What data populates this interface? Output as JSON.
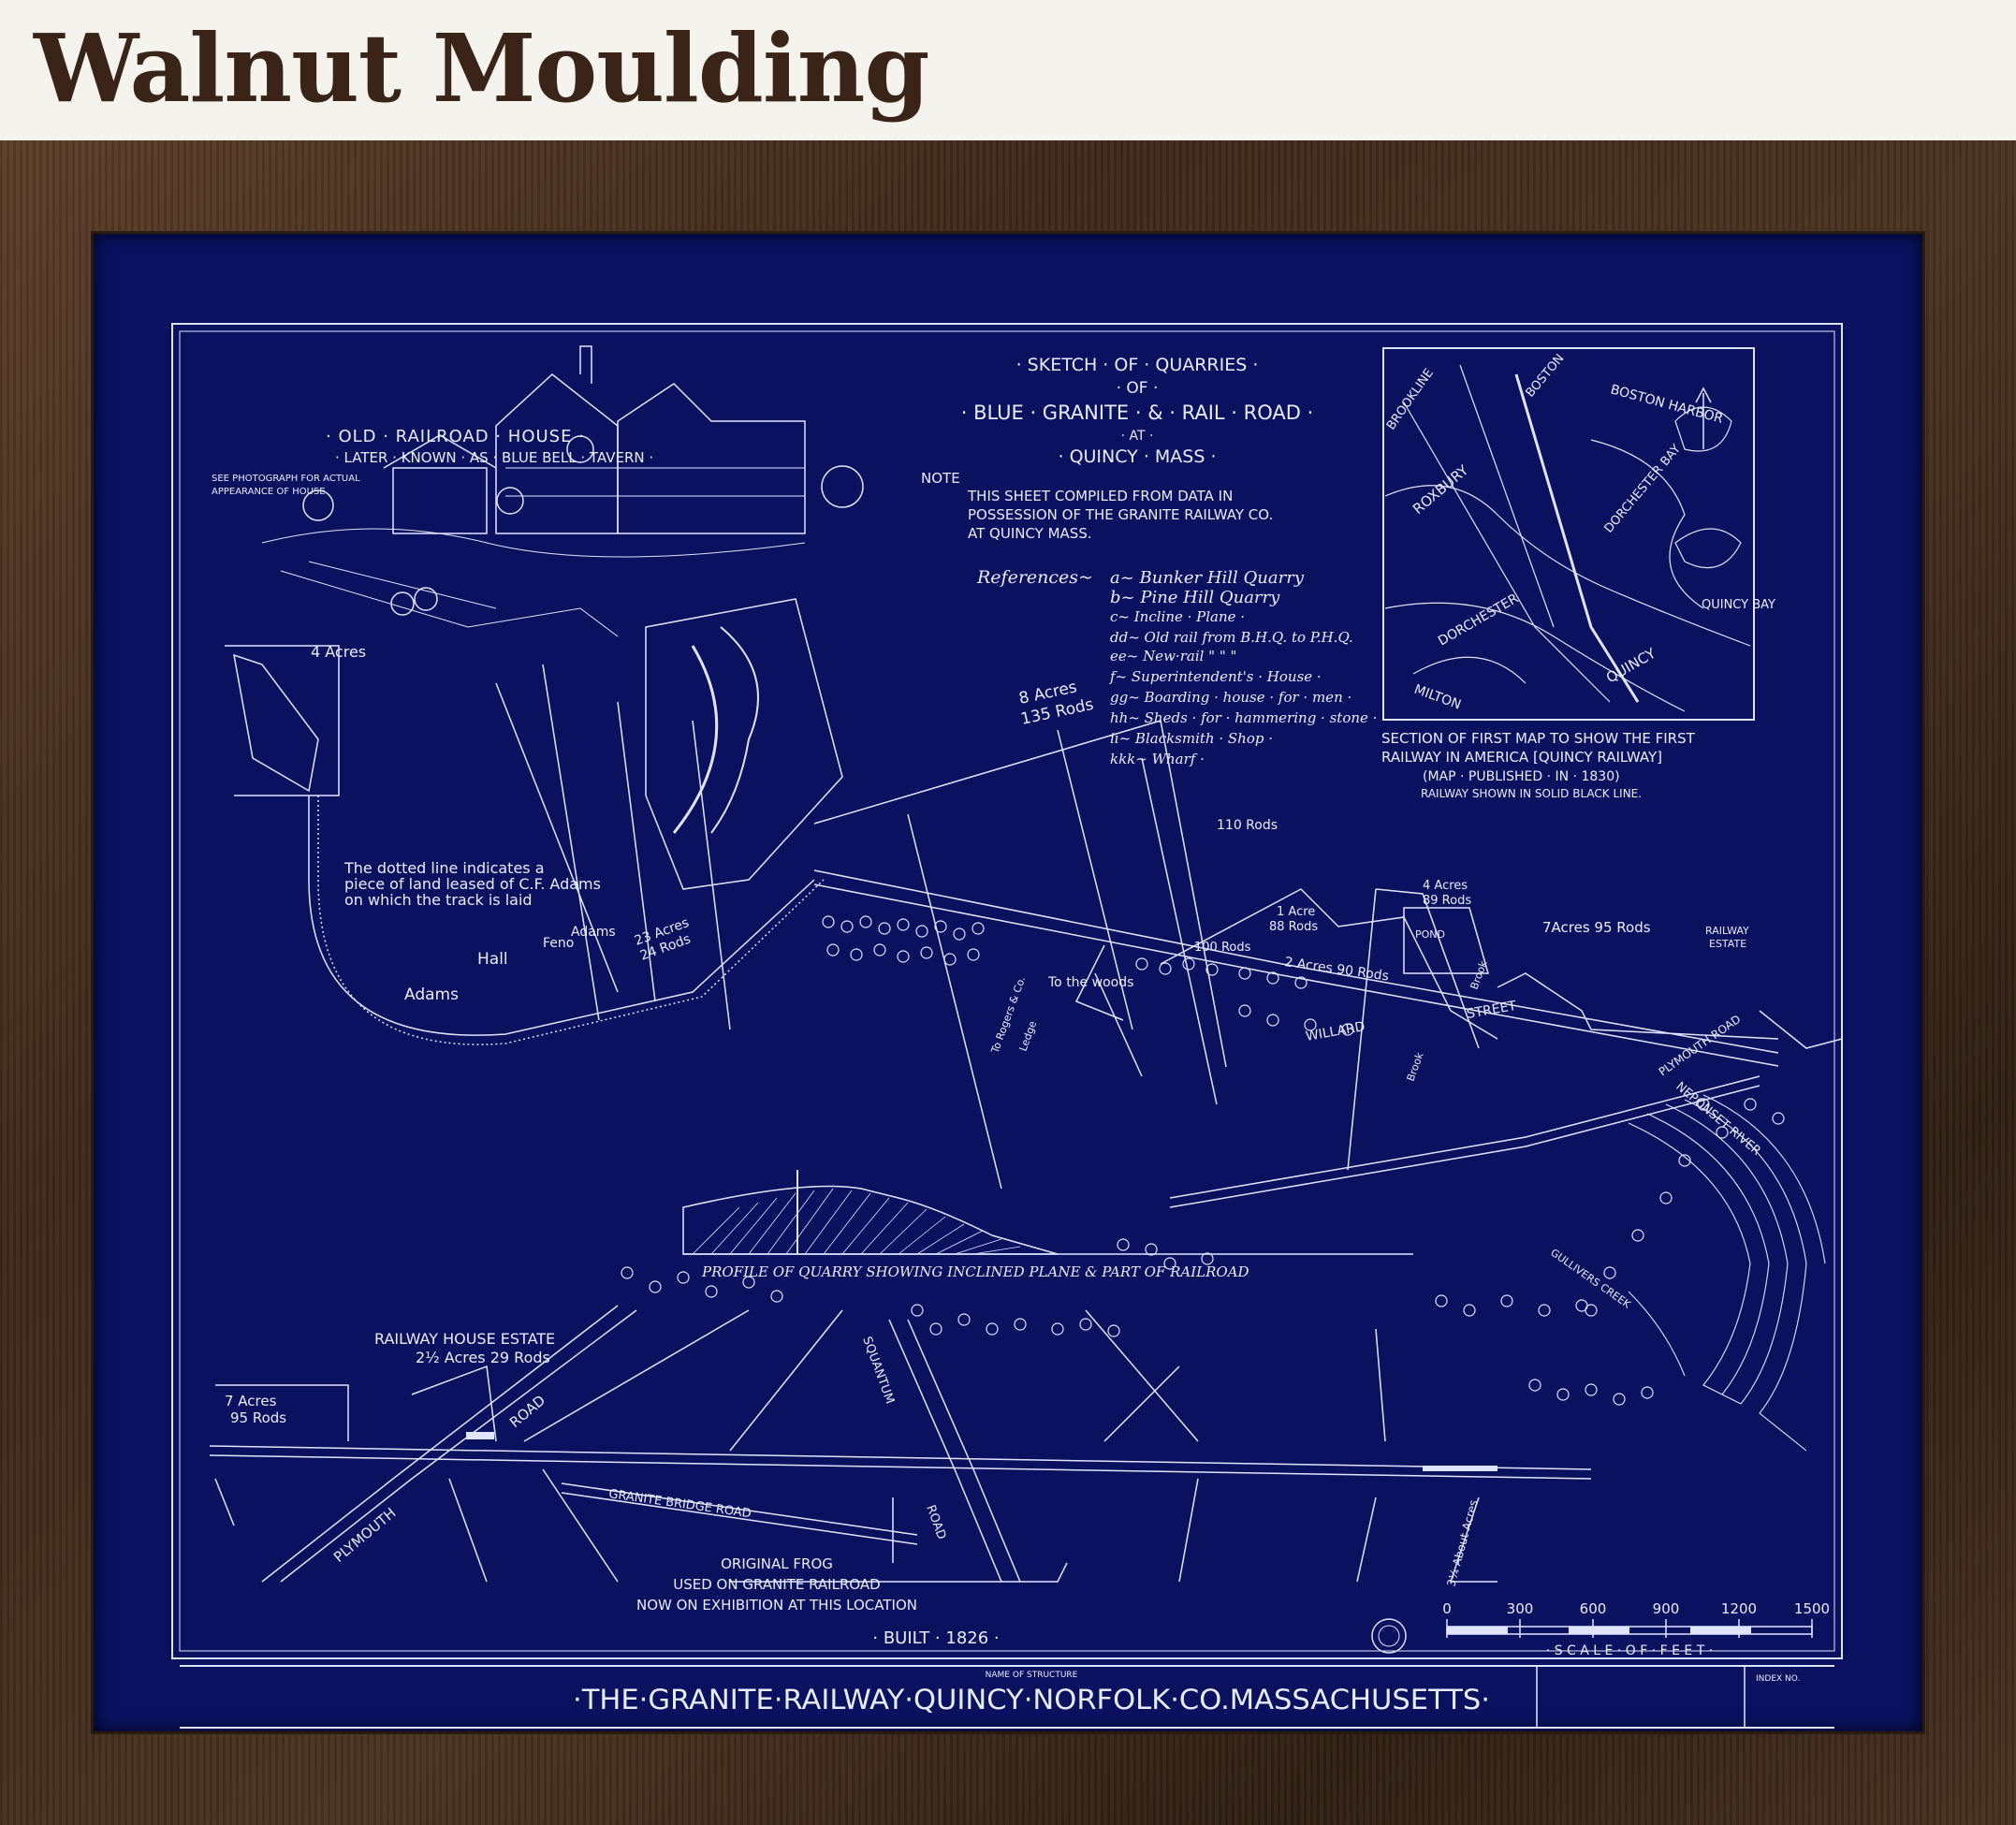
{
  "header": {
    "title": "Walnut Moulding"
  },
  "blueprint": {
    "house_title": [
      "· OLD · RAILROAD · HOUSE ·",
      "· LATER · KNOWN · AS · BLUE BELL · TAVERN ·"
    ],
    "house_note": [
      "SEE PHOTOGRAPH FOR ACTUAL",
      "APPEARANCE OF HOUSE"
    ],
    "main_title": [
      "· SKETCH · OF · QUARRIES ·",
      "· OF ·",
      "· BLUE · GRANITE · & · RAIL · ROAD ·",
      "· AT ·",
      "· QUINCY · MASS ·"
    ],
    "note_label": "NOTE",
    "note_text": [
      "THIS SHEET COMPILED FROM DATA IN",
      "POSSESSION OF THE GRANITE RAILWAY CO.",
      "AT QUINCY MASS."
    ],
    "references_label": "References~",
    "references": [
      "a~ Bunker Hill Quarry",
      "b~ Pine Hill  Quarry",
      "c~ Incline · Plane ·",
      "dd~ Old rail from B.H.Q. to P.H.Q.",
      "ee~ New·rail  \"   \"   \"",
      "f~ Superintendent's · House ·",
      "gg~ Boarding · house · for · men ·",
      "hh~ Sheds · for · hammering · stone ·",
      "ii~ Blacksmith · Shop ·",
      "kkk~ Wharf ·"
    ],
    "inset_labels": {
      "brookline": "BROOKLINE",
      "boston": "BOSTON",
      "boston_harbor": "BOSTON HARBOR",
      "roxbury": "ROXBURY",
      "dorchester_bay": "DORCHESTER BAY",
      "dorchester": "DORCHESTER",
      "quincy_bay": "QUINCY BAY",
      "milton": "MILTON",
      "quincy": "QUINCY"
    },
    "inset_caption": [
      "SECTION OF FIRST MAP TO SHOW THE FIRST",
      "RAILWAY IN AMERICA [QUINCY RAILWAY]",
      "(MAP · PUBLISHED · IN · 1830)",
      "RAILWAY SHOWN IN SOLID BLACK LINE."
    ],
    "map_labels": {
      "four_acres": "4 Acres",
      "eight_acres": "8 Acres",
      "eight_acres_rods": "135 Rods",
      "dotted_note": [
        "The dotted line indicates a",
        "piece of land leased of C.F. Adams",
        "on which the track is laid"
      ],
      "adams_1": "Adams",
      "hall": "Hall",
      "feno": "Feno",
      "adams_2": "Adams",
      "acres_23": "23 Acres",
      "rods_24": "24 Rods",
      "rods_110": "110 Rods",
      "one_acre": "1 Acre",
      "rods_88": "88 Rods",
      "four_acres_b": "4 Acres",
      "rods_89": "89 Rods",
      "pond": "POND",
      "seven_acres_95": "7Acres  95 Rods",
      "railway_estate": [
        "RAILWAY",
        "ESTATE"
      ],
      "rods_100": "100 Rods",
      "two_acres_90": "2 Acres   90 Rods",
      "to_woods": "To the woods",
      "to_rogers": "To Rogers & Co.",
      "ledge": "Ledge",
      "willard": "WILLARD",
      "street": "STREET",
      "brook_1": "Brook",
      "brook_2": "Brook",
      "plymouth_road_top": "PLYMOUTH ROAD",
      "neponset": "NEPONSET RIVER",
      "gullivers": "GULLIVERS CREEK"
    },
    "profile_caption": "PROFILE OF QUARRY SHOWING INCLINED PLANE & PART OF RAILROAD",
    "lower": {
      "railway_house_estate": "RAILWAY HOUSE ESTATE",
      "rhe_size": "2½ Acres 29 Rods",
      "seven_acres": "7 Acres",
      "ninety_five_rods": "95 Rods",
      "road": "ROAD",
      "plymouth": "PLYMOUTH",
      "squantum": "SQUANTUM",
      "granite_bridge_road": "GRANITE  BRIDGE  ROAD",
      "road_2": "ROAD",
      "three_acres": "3¼ About Acres",
      "frog_note": [
        "ORIGINAL  FROG",
        "USED  ON  GRANITE RAILROAD",
        "NOW ON EXHIBITION AT THIS LOCATION"
      ]
    },
    "built": "· BUILT · 1826 ·",
    "scale_ticks": [
      "0",
      "300",
      "600",
      "900",
      "1200",
      "1500"
    ],
    "scale_label": "· S C A L E · O F · F E E T ·",
    "name_of_structure_label": "NAME OF STRUCTURE",
    "structure_name": "·THE·GRANITE·RAILWAY·QUINCY·NORFOLK·CO.MASSACHUSETTS·",
    "index_label": "INDEX NO."
  }
}
